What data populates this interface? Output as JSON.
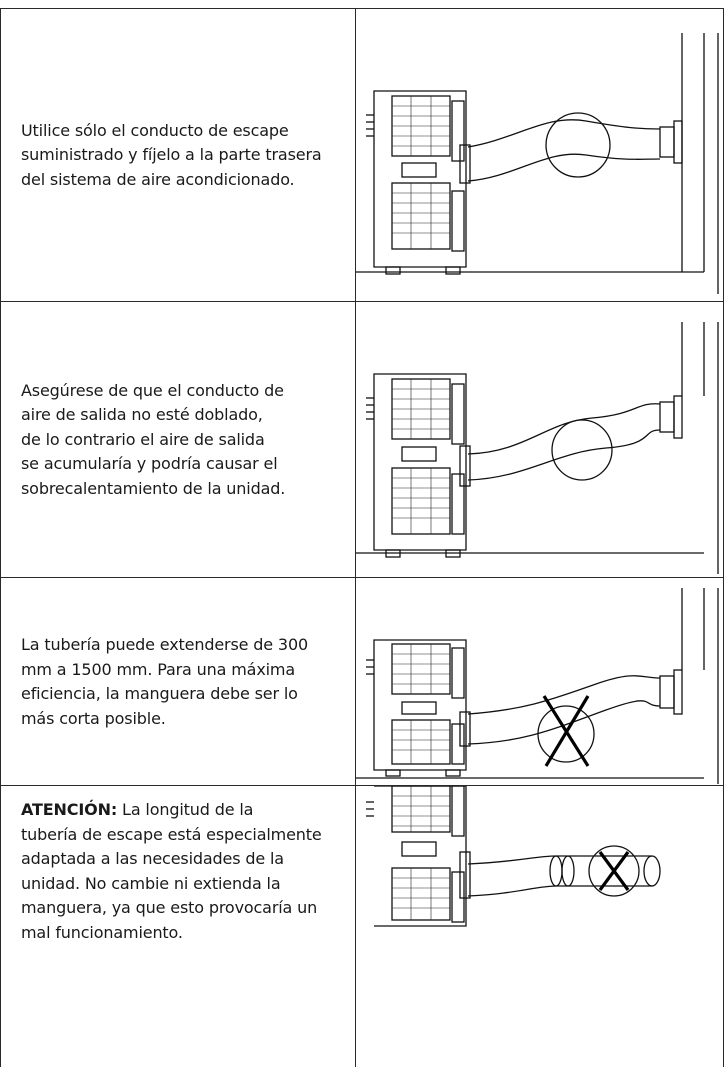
{
  "rows": [
    {
      "text_lines": [
        "Utilice sólo el conducto de escape",
        "suministrado y fíjelo a la parte trasera",
        "del sistema de aire acondicionado."
      ]
    },
    {
      "text_lines": [
        "Asegúrese de que el conducto de",
        "aire de salida no esté doblado,",
        "de lo contrario el aire de salida",
        "se acumularía y podría causar el",
        "sobrecalentamiento de la unidad."
      ]
    },
    {
      "text_lines": [
        "La tubería puede extenderse de 300",
        "mm a 1500 mm. Para una máxima",
        "eficiencia, la manguera debe ser lo",
        "más corta posible."
      ]
    },
    {
      "label": "ATENCIÓN:",
      "text_lines": [
        " La longitud de la",
        "tubería de escape está especialmente",
        "adaptada a las necesidades de la",
        "unidad. No cambie ni extienda la",
        "manguera, ya que esto provocaría un",
        "mal funcionamiento."
      ]
    }
  ]
}
